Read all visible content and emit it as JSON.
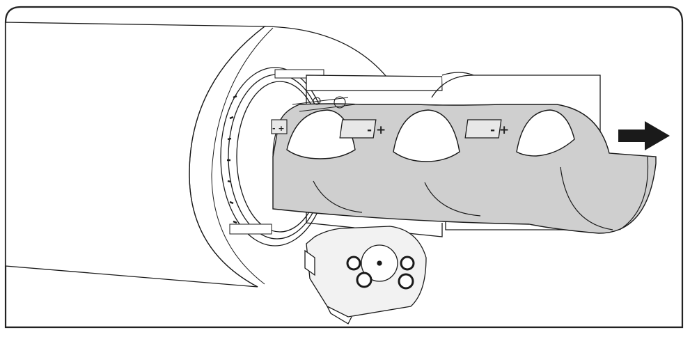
{
  "figure": {
    "colors": {
      "background": "#ffffff",
      "line": "#1a1a1a",
      "holder_fill": "#cfcfcf",
      "frame_border": "#222222",
      "arrow": "#1a1a1a"
    },
    "battery_markings": [
      {
        "id": "slot-1",
        "text": "- +"
      },
      {
        "id": "slot-2",
        "text": "- +"
      },
      {
        "id": "slot-3",
        "text": "- +"
      }
    ],
    "arrow": {
      "direction": "right",
      "icon": "arrow-right-icon"
    }
  }
}
